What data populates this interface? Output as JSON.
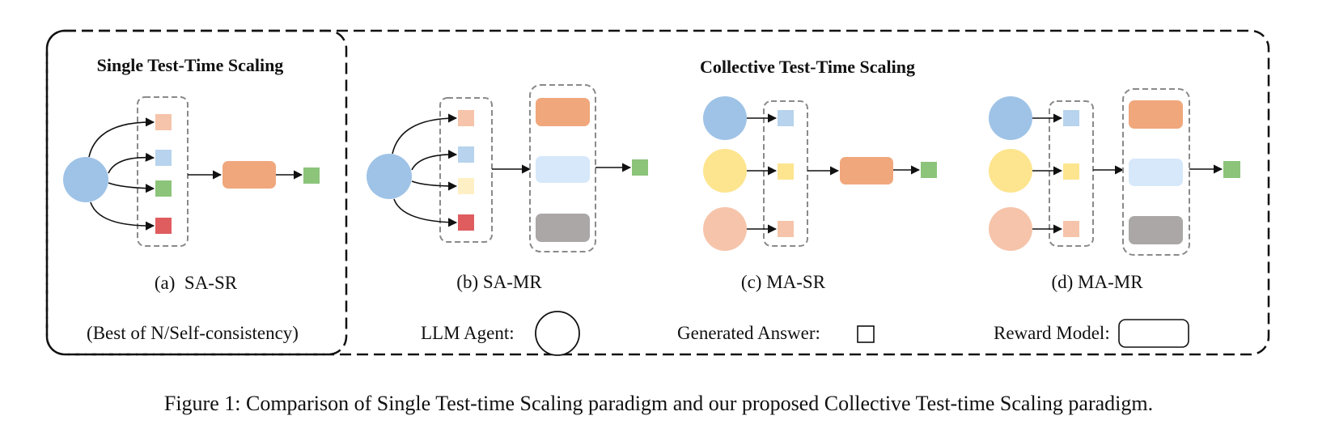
{
  "left_panel": {
    "title": "Single Test-Time Scaling",
    "subfigure_label": "(a)  SA-SR",
    "note": "(Best of N/Self-consistency)"
  },
  "right_panel": {
    "title": "Collective Test-Time Scaling",
    "subfigure_labels": {
      "b": "(b) SA-MR",
      "c": "(c) MA-SR",
      "d": "(d) MA-MR"
    }
  },
  "legend": {
    "agent_label": "LLM Agent:",
    "answer_label": "Generated Answer:",
    "reward_label": "Reward Model:"
  },
  "caption": "Figure 1: Comparison of Single Test-time Scaling paradigm and our proposed Collective Test-time Scaling paradigm.",
  "colors": {
    "agent_blue": "#9fc3e7",
    "agent_yellow": "#fde58f",
    "agent_peach": "#f6c4aa",
    "answer_peach": "#f6c4aa",
    "answer_blue": "#b7d3ed",
    "answer_green": "#8cc47a",
    "answer_red": "#df5c5f",
    "answer_yellow": "#fef0c4",
    "reward_orange": "#f0a77c",
    "reward_lightblue": "#d6e8fa",
    "reward_gray": "#aba7a7",
    "output_green": "#8cc47a"
  }
}
